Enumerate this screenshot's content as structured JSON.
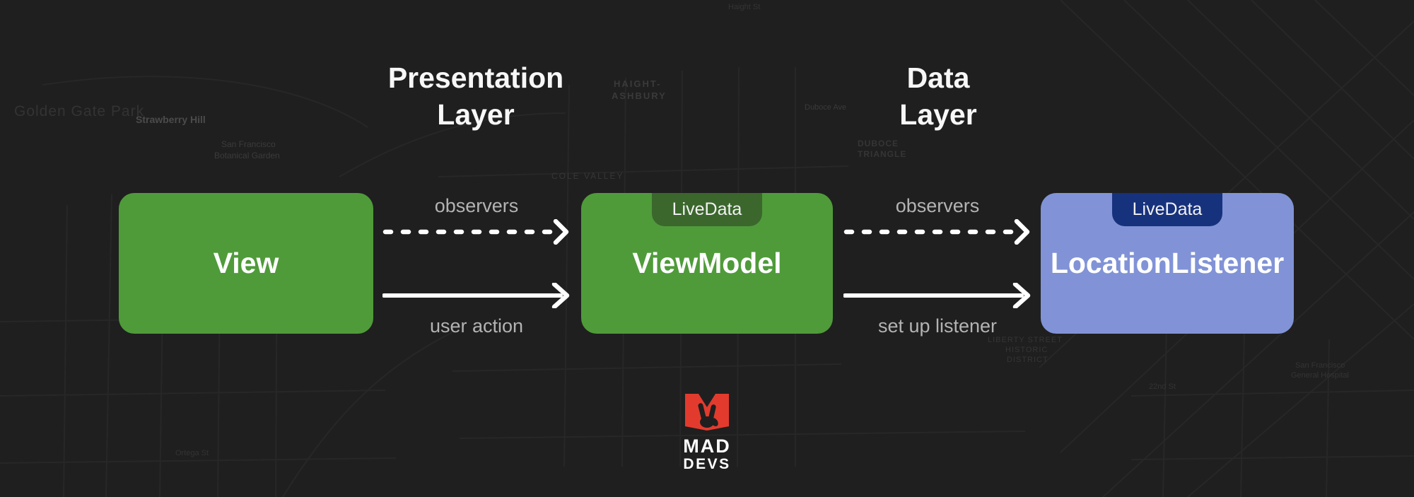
{
  "palette": {
    "background": "#1f1f1f",
    "node_green": "#4f9b3a",
    "badge_dark_green": "#3b672d",
    "node_blue": "#8193d6",
    "badge_navy": "#17327d",
    "arrow_white": "#ffffff",
    "arrow_label_gray": "#b3b3b3",
    "title_white": "#f7f7f7",
    "logo_red": "#e23b2e"
  },
  "headers": {
    "presentation_layer": {
      "line1": "Presentation",
      "line2": "Layer"
    },
    "data_layer": {
      "line1": "Data",
      "line2": "Layer"
    }
  },
  "nodes": {
    "view": {
      "label": "View",
      "fill": "#4f9b3a"
    },
    "viewmodel": {
      "label": "ViewModel",
      "badge": "LiveData",
      "fill": "#4f9b3a",
      "badge_fill": "#3b672d"
    },
    "location_listener": {
      "label": "LocationListener",
      "badge": "LiveData",
      "fill": "#8193d6",
      "badge_fill": "#17327d"
    }
  },
  "arrows": {
    "view_to_viewmodel_dashed": {
      "label": "observers",
      "style": "dashed"
    },
    "view_to_viewmodel_solid": {
      "label": "user action",
      "style": "solid"
    },
    "viewmodel_to_listener_dashed": {
      "label": "observers",
      "style": "dashed"
    },
    "viewmodel_to_listener_solid": {
      "label": "set up listener",
      "style": "solid"
    }
  },
  "logo": {
    "line1": "MAD",
    "line2": "DEVS"
  },
  "background": {
    "labels": [
      {
        "text": "Golden Gate Park"
      },
      {
        "text": "Strawberry Hill"
      },
      {
        "text": "San Francisco"
      },
      {
        "text": "Botanical Garden"
      },
      {
        "text": "HAIGHT-"
      },
      {
        "text": "ASHBURY"
      },
      {
        "text": "COLE VALLEY"
      },
      {
        "text": "Duboce Ave"
      },
      {
        "text": "DUBOCE"
      },
      {
        "text": "TRIANGLE"
      },
      {
        "text": "LIBERTY STREET"
      },
      {
        "text": "HISTORIC"
      },
      {
        "text": "DISTRICT"
      },
      {
        "text": "San Francisco"
      },
      {
        "text": "General Hospital"
      },
      {
        "text": "Ortega St"
      },
      {
        "text": "22nd St"
      },
      {
        "text": "Haight St"
      }
    ]
  }
}
